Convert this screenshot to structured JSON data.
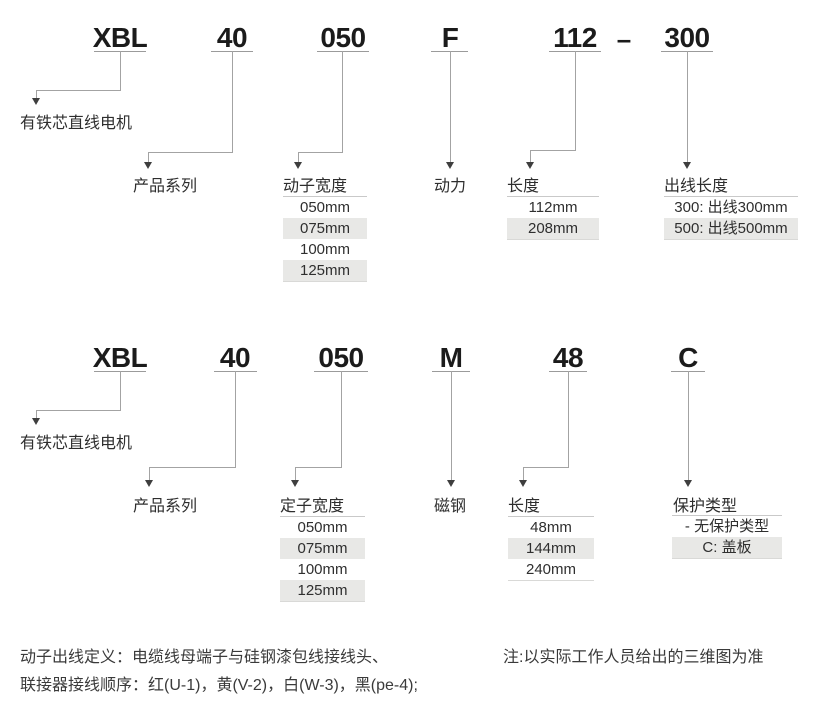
{
  "colors": {
    "alt_row_bg": "#e8e8e6",
    "connector_line": "#a3a3a3",
    "arrowhead": "#3e3e3e"
  },
  "diagram_top": {
    "code": {
      "series": "XBL",
      "frame": "40",
      "width": "050",
      "power": "F",
      "length": "112",
      "dash": "–",
      "lead": "300"
    },
    "series_label": "有铁芯直线电机",
    "segments": {
      "product_series": {
        "label": "产品系列"
      },
      "mover_width": {
        "label": "动子宽度",
        "options": [
          "050mm",
          "075mm",
          "100mm",
          "125mm"
        ]
      },
      "power": {
        "label": "动力"
      },
      "length": {
        "label": "长度",
        "options": [
          "112mm",
          "208mm"
        ]
      },
      "lead_length": {
        "label": "出线长度",
        "options": [
          "300: 出线300mm",
          "500: 出线500mm"
        ]
      }
    }
  },
  "diagram_bottom": {
    "code": {
      "series": "XBL",
      "frame": "40",
      "width": "050",
      "magnet": "M",
      "length": "48",
      "protection": "C"
    },
    "series_label": "有铁芯直线电机",
    "segments": {
      "product_series": {
        "label": "产品系列"
      },
      "stator_width": {
        "label": "定子宽度",
        "options": [
          "050mm",
          "075mm",
          "100mm",
          "125mm"
        ]
      },
      "magnet": {
        "label": "磁钢"
      },
      "length": {
        "label": "长度",
        "options": [
          "48mm",
          "144mm",
          "240mm"
        ]
      },
      "protection": {
        "label": "保护类型",
        "options": [
          "- 无保护类型",
          "C: 盖板"
        ]
      }
    }
  },
  "notes": {
    "wiring_line1": "动子出线定义：电缆线母端子与硅钢漆包线接线头、",
    "wiring_line2": "联接器接线顺序：红(U-1)，黄(V-2)，白(W-3)，黑(pe-4);",
    "note_right": "注:以实际工作人员给出的三维图为准"
  }
}
